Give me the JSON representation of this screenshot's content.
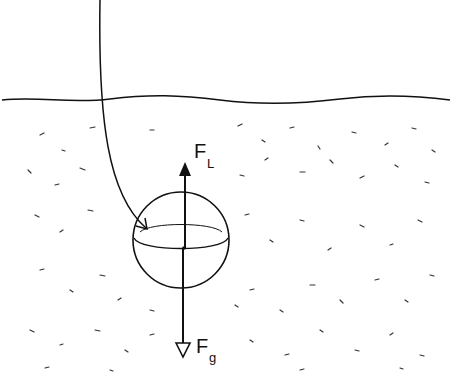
{
  "diagram": {
    "labels": [
      "F",
      "L",
      "F",
      "g"
    ]
  }
}
